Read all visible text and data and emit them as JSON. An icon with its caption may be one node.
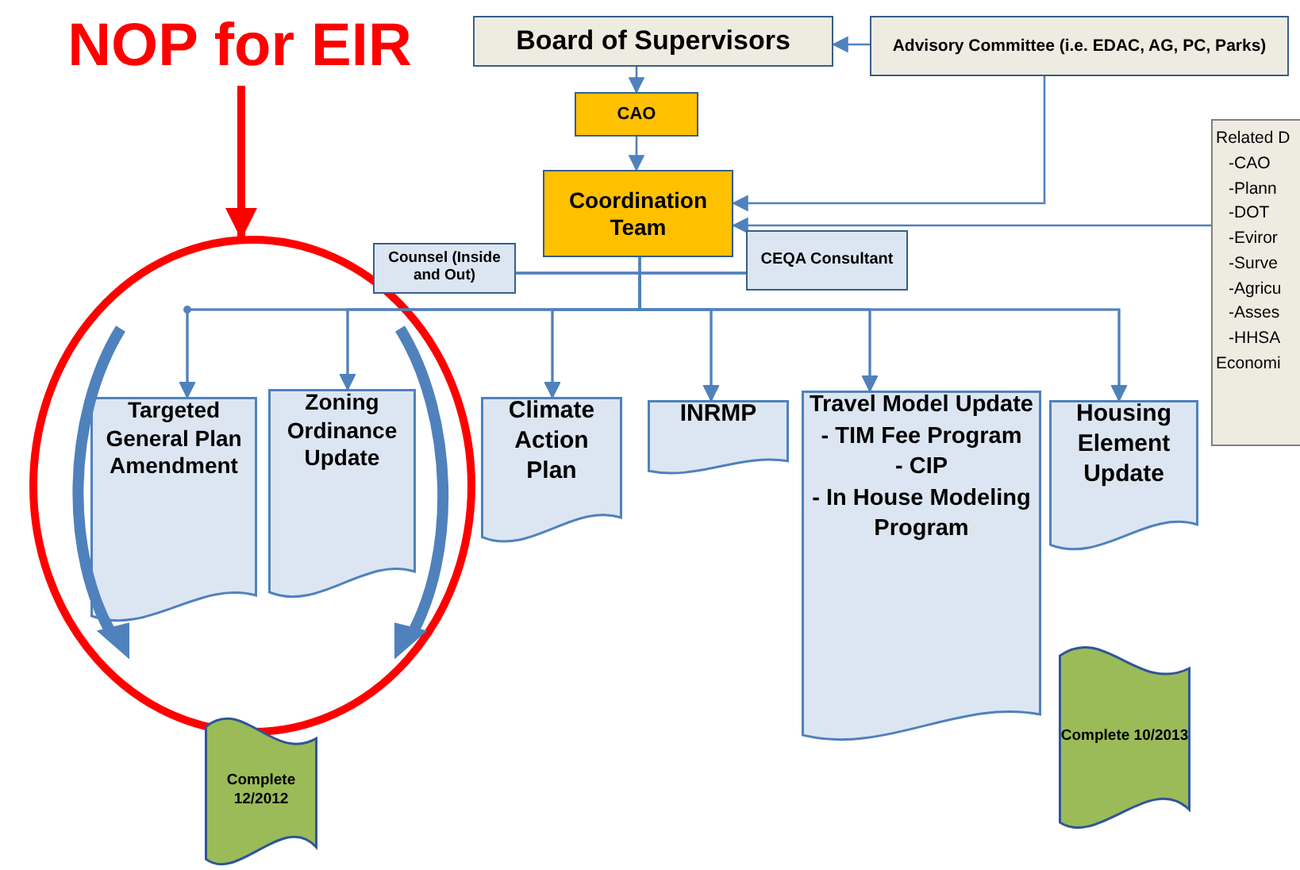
{
  "diagram": {
    "nodes": [
      {
        "text": [
          "NOP for EIR"
        ]
      },
      {
        "text": [],
        "shape": "circle"
      },
      {
        "text": [
          "Board of Supervisors"
        ]
      },
      {
        "text": [
          "Advisory Committee (i.e. EDAC, AG, PC, Parks)"
        ]
      },
      {
        "text": [
          "CAO"
        ]
      },
      {
        "text": [
          "Coordination Team"
        ]
      },
      {
        "text": [
          "Related D",
          "-CAO",
          "-Plann",
          "-DOT",
          "-Eviror",
          "-Surve",
          "-Agricu",
          "-Asses",
          "-HHSA",
          "Economi"
        ]
      },
      {
        "text": [
          "Counsel (Inside and Out)"
        ]
      },
      {
        "text": [
          "CEQA Consultant"
        ]
      },
      {
        "text": [
          "Targeted General Plan Amendment"
        ],
        "in": 1
      },
      {
        "text": [
          "Zoning Ordinance Update"
        ],
        "in": 1
      },
      {
        "text": [
          "Climate Action Plan"
        ]
      },
      {
        "text": [
          "INRMP"
        ]
      },
      {
        "text": [
          "Travel Model Update",
          "- TIM Fee Program",
          "- CIP",
          "- In House Modeling Program"
        ]
      },
      {
        "text": [
          "Housing Element Update"
        ]
      },
      {
        "text": [
          "Complete 12/2012"
        ]
      },
      {
        "text": [
          "Complete 10/2013"
        ]
      }
    ],
    "edges": [
      {
        "from": 0,
        "to": 1,
        "arrow": "to",
        "style": "thick",
        "color": "#ff0000"
      },
      {
        "from": 3,
        "to": 2,
        "arrow": "to"
      },
      {
        "from": 2,
        "to": 4,
        "arrow": "to"
      },
      {
        "from": 4,
        "to": 5,
        "arrow": "to"
      },
      {
        "from": 3,
        "to": 5,
        "arrow": "to"
      },
      {
        "from": 6,
        "to": 5,
        "arrow": "to"
      },
      {
        "from": 5,
        "to": 9,
        "arrow": "to"
      },
      {
        "from": 5,
        "to": 10,
        "arrow": "to"
      },
      {
        "from": 5,
        "to": 11,
        "arrow": "to"
      },
      {
        "from": 5,
        "to": 12,
        "arrow": "to"
      },
      {
        "from": 5,
        "to": 13,
        "arrow": "to"
      },
      {
        "from": 5,
        "to": 14,
        "arrow": "to"
      },
      {
        "from": 7,
        "to": 9,
        "arrow": "to"
      },
      {
        "from": 7,
        "to": 10,
        "arrow": "to"
      },
      {
        "from": 7,
        "to": 11,
        "arrow": "to"
      },
      {
        "from": 7,
        "to": 12,
        "arrow": "to"
      },
      {
        "from": 7,
        "to": 13,
        "arrow": "to"
      },
      {
        "from": 7,
        "to": 14,
        "arrow": "to"
      },
      {
        "from": 8,
        "to": 9,
        "arrow": "to"
      },
      {
        "from": 8,
        "to": 10,
        "arrow": "to"
      },
      {
        "from": 8,
        "to": 11,
        "arrow": "to"
      },
      {
        "from": 8,
        "to": 12,
        "arrow": "to"
      },
      {
        "from": 8,
        "to": 13,
        "arrow": "to"
      },
      {
        "from": 8,
        "to": 14,
        "arrow": "to"
      }
    ]
  }
}
